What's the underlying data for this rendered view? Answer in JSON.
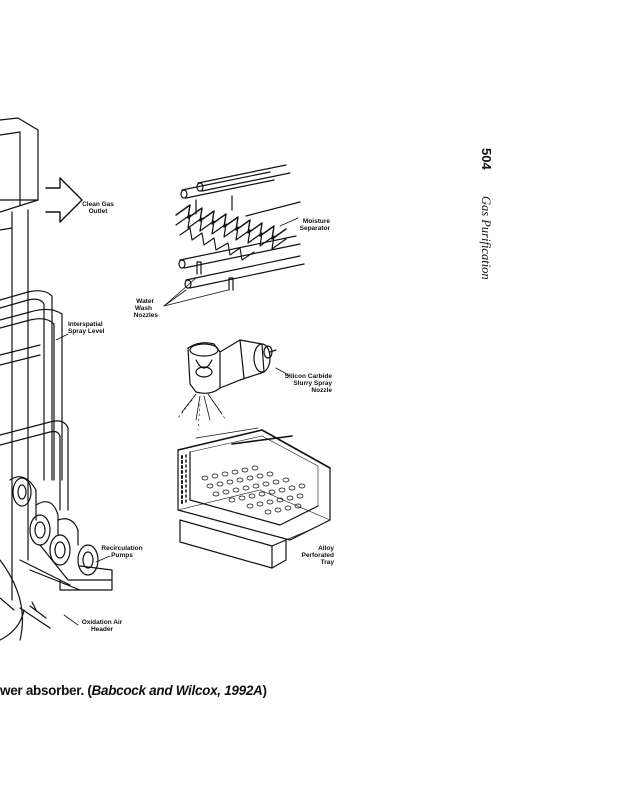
{
  "running_head": {
    "page_number": "504",
    "title": "Gas Purification"
  },
  "caption": {
    "prefix": "wer absorber. (",
    "citation": "Babcock and Wilcox, 1992A",
    "suffix": ")"
  },
  "figure_labels": {
    "clean_gas_outlet": [
      "Clean Gas",
      "Outlet"
    ],
    "moisture_separator": [
      "Moisture",
      "Separator"
    ],
    "water_wash_nozzles": [
      "Water",
      "Wash",
      "Nozzles"
    ],
    "interspatial_spray_level": [
      "Interspatial",
      "Spray Level"
    ],
    "silicon_carbide_nozzle": [
      "Silicon Carbide",
      "Slurry Spray",
      "Nozzle"
    ],
    "recirculation_pumps": [
      "Recirculation",
      "Pumps"
    ],
    "alloy_perforated_tray": [
      "Alloy",
      "Perforated",
      "Tray"
    ],
    "oxidation_air_header": [
      "Oxidation Air",
      "Header"
    ]
  }
}
